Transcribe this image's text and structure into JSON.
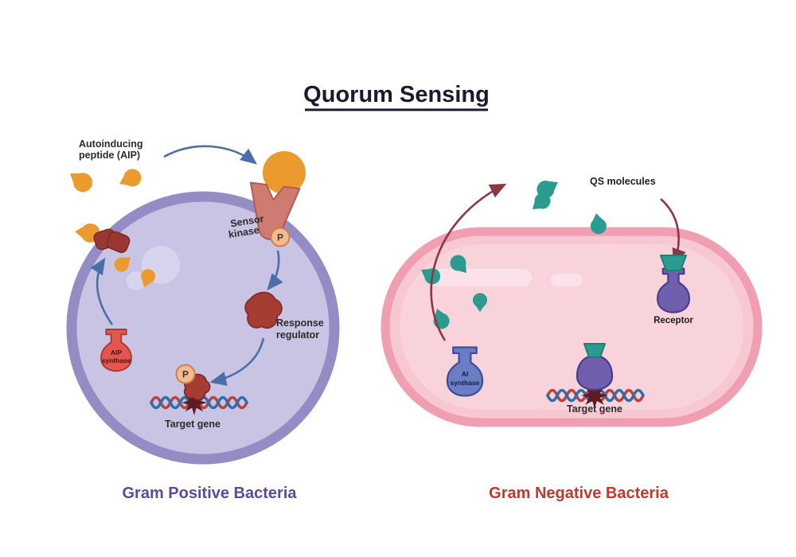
{
  "title": "Quorum Sensing",
  "colors": {
    "title_text": "#1a1a2e",
    "aip_orange": "#eb9a2d",
    "qs_teal": "#2a9b8e",
    "gram_positive_fill": "#c9c4e4",
    "gram_positive_border": "#948cc4",
    "gram_positive_highlight": "#d8d4ee",
    "gram_negative_fill": "#f8c8d2",
    "gram_negative_border": "#ef9fb1",
    "gram_negative_highlight": "#fbe2e8",
    "arrow_blue": "#4a6fa8",
    "arrow_red": "#8e3644",
    "sensor_kinase_fill": "#d07b72",
    "response_regulator_fill": "#a63d33",
    "aip_cluster_fill": "#993732",
    "synthase_red_fill": "#e2584f",
    "synthase_blue_fill": "#6b7ec5",
    "receptor_purple_fill": "#6f5fae",
    "dna_red": "#b5443c",
    "dna_blue": "#2d6fad",
    "burst_maroon": "#5e1b21",
    "phosphate_fill": "#f6ba8e",
    "label_ink": "#2b2b2b"
  },
  "icons": {
    "aip_molecule": "pac-man-circle",
    "qs_molecule": "pac-man-circle",
    "phosphate": "circled-P",
    "dna": "double-helix",
    "activation_burst": "starburst",
    "synthase": "flask-shape",
    "receptor": "flask-shape"
  },
  "gram_positive": {
    "heading": "Gram Positive Bacteria",
    "heading_color": "#5b4a9b",
    "aip_line1": "Autoinducing",
    "aip_line2": "peptide (AIP)",
    "sensor_kinase_line1": "Sensor",
    "sensor_kinase_line2": "kinase",
    "phosphate_label": "P",
    "response_regulator_line1": "Response",
    "response_regulator_line2": "regulator",
    "synthase_line1": "AIP",
    "synthase_line2": "synthase",
    "target_gene_label": "Target gene"
  },
  "gram_negative": {
    "heading": "Gram Negative Bacteria",
    "heading_color": "#c0392b",
    "qs_label": "QS molecules",
    "receptor_label": "Receptor",
    "synthase_line1": "AI",
    "synthase_line2": "synthase",
    "target_gene_label": "Target gene"
  }
}
